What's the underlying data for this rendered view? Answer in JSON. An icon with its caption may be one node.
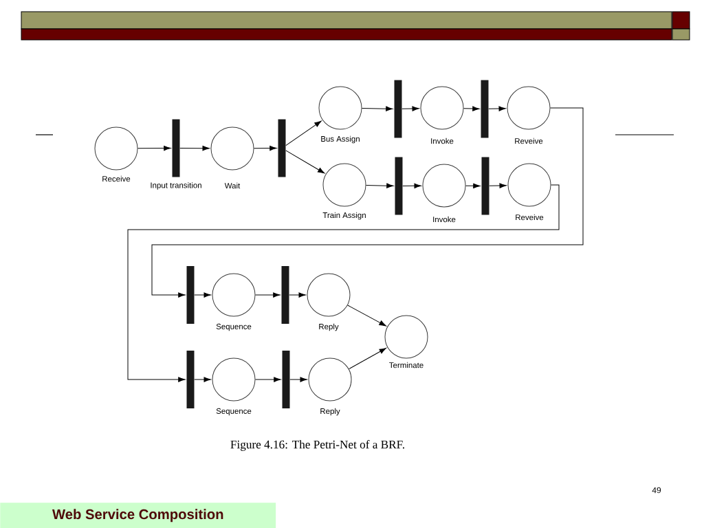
{
  "diagram": {
    "caption": "Figure 4.16: The Petri-Net of a BRF.",
    "nodes": [
      {
        "text": [],
        "shape": "circle",
        "beside": [
          "Receive"
        ]
      },
      {
        "text": [],
        "shape": "bar",
        "beside": [
          "Input transition"
        ]
      },
      {
        "text": [],
        "shape": "circle",
        "beside": [
          "Wait"
        ]
      },
      {
        "text": [],
        "shape": "bar"
      },
      {
        "text": [],
        "shape": "circle",
        "beside": [
          "Bus Assign"
        ]
      },
      {
        "text": [],
        "shape": "circle",
        "beside": [
          "Train Assign"
        ]
      },
      {
        "text": [],
        "shape": "bar"
      },
      {
        "text": [],
        "shape": "bar"
      },
      {
        "text": [],
        "shape": "circle",
        "beside": [
          "Invoke"
        ]
      },
      {
        "text": [],
        "shape": "circle",
        "beside": [
          "Invoke"
        ]
      },
      {
        "text": [],
        "shape": "bar"
      },
      {
        "text": [],
        "shape": "bar"
      },
      {
        "text": [],
        "shape": "circle",
        "beside": [
          "Reveive"
        ]
      },
      {
        "text": [],
        "shape": "circle",
        "beside": [
          "Reveive"
        ]
      },
      {
        "text": [],
        "shape": "bar"
      },
      {
        "text": [],
        "shape": "circle",
        "beside": [
          "Sequence"
        ]
      },
      {
        "text": [],
        "shape": "bar"
      },
      {
        "text": [],
        "shape": "circle",
        "beside": [
          "Reply"
        ]
      },
      {
        "text": [],
        "shape": "bar"
      },
      {
        "text": [],
        "shape": "circle",
        "beside": [
          "Sequence"
        ]
      },
      {
        "text": [],
        "shape": "bar"
      },
      {
        "text": [],
        "shape": "circle",
        "beside": [
          "Reply"
        ]
      },
      {
        "text": [],
        "shape": "circle",
        "beside": [
          "Terminate"
        ]
      }
    ],
    "edges": [
      {
        "from": 0,
        "to": 1,
        "arrow": "to"
      },
      {
        "from": 1,
        "to": 2,
        "arrow": "to"
      },
      {
        "from": 2,
        "to": 3,
        "arrow": "to"
      },
      {
        "from": 3,
        "to": 4,
        "arrow": "to"
      },
      {
        "from": 3,
        "to": 5,
        "arrow": "to"
      },
      {
        "from": 4,
        "to": 6,
        "arrow": "to"
      },
      {
        "from": 6,
        "to": 8,
        "arrow": "to"
      },
      {
        "from": 8,
        "to": 10,
        "arrow": "to"
      },
      {
        "from": 10,
        "to": 12,
        "arrow": "to"
      },
      {
        "from": 5,
        "to": 7,
        "arrow": "to"
      },
      {
        "from": 7,
        "to": 9,
        "arrow": "to"
      },
      {
        "from": 9,
        "to": 11,
        "arrow": "to"
      },
      {
        "from": 11,
        "to": 13,
        "arrow": "to"
      },
      {
        "from": 12,
        "to": 14,
        "arrow": "to"
      },
      {
        "from": 13,
        "to": 18,
        "arrow": "to"
      },
      {
        "from": 14,
        "to": 15,
        "arrow": "to"
      },
      {
        "from": 15,
        "to": 16,
        "arrow": "to"
      },
      {
        "from": 16,
        "to": 17,
        "arrow": "to"
      },
      {
        "from": 17,
        "to": 22,
        "arrow": "to"
      },
      {
        "from": 18,
        "to": 19,
        "arrow": "to"
      },
      {
        "from": 19,
        "to": 20,
        "arrow": "to"
      },
      {
        "from": 20,
        "to": 21,
        "arrow": "to"
      },
      {
        "from": 21,
        "to": 22,
        "arrow": "to"
      }
    ],
    "labels": [
      "49",
      "Web Service Composition"
    ]
  }
}
